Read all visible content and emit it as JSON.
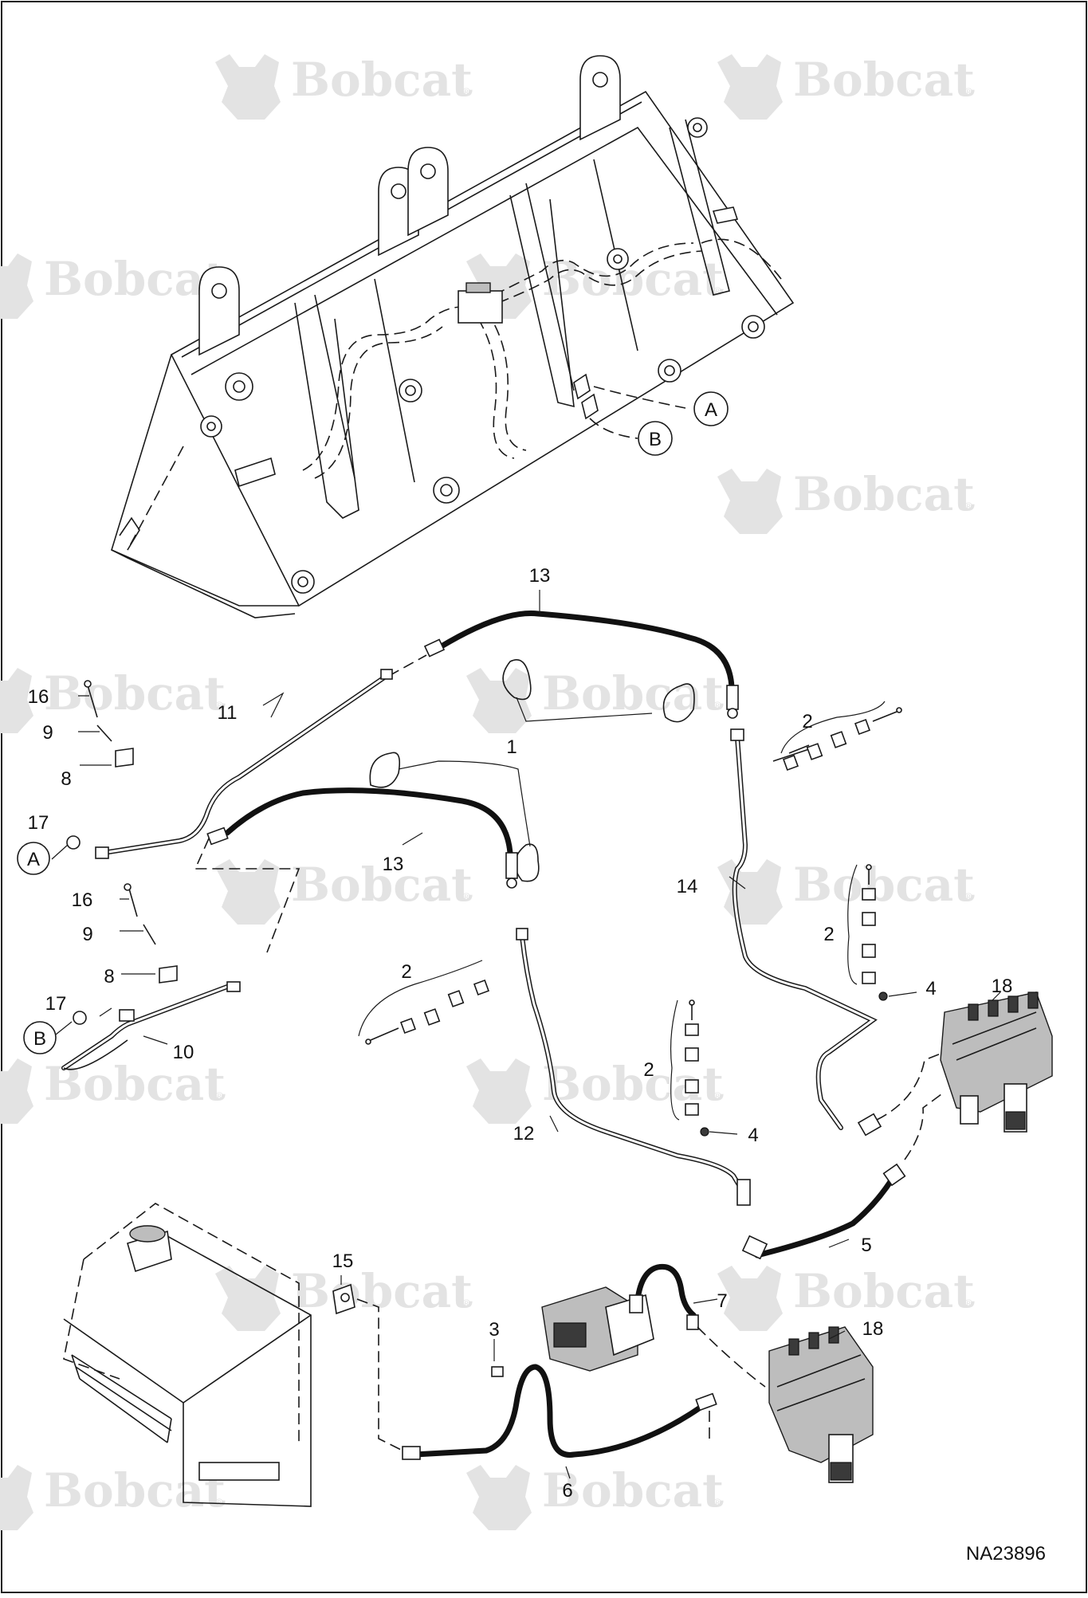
{
  "diagram": {
    "drawing_number": "NA23896",
    "watermark": {
      "brand": "Bobcat",
      "registered_mark": "®",
      "icon": "bobcat-head-logo"
    },
    "callouts": {
      "c1": "1",
      "c2a": "2",
      "c2b": "2",
      "c2c": "2",
      "c2d": "2",
      "c3": "3",
      "c4a": "4",
      "c4b": "4",
      "c5": "5",
      "c6": "6",
      "c7": "7",
      "c8a": "8",
      "c8b": "8",
      "c9a": "9",
      "c9b": "9",
      "c10": "10",
      "c11": "11",
      "c12": "12",
      "c13a": "13",
      "c13b": "13",
      "c14": "14",
      "c15": "15",
      "c16a": "16",
      "c16b": "16",
      "c17a": "17",
      "c17b": "17",
      "c18a": "18",
      "c18b": "18"
    },
    "refs": {
      "ra1": "A",
      "ra2": "A",
      "rb1": "B",
      "rb2": "B"
    }
  }
}
